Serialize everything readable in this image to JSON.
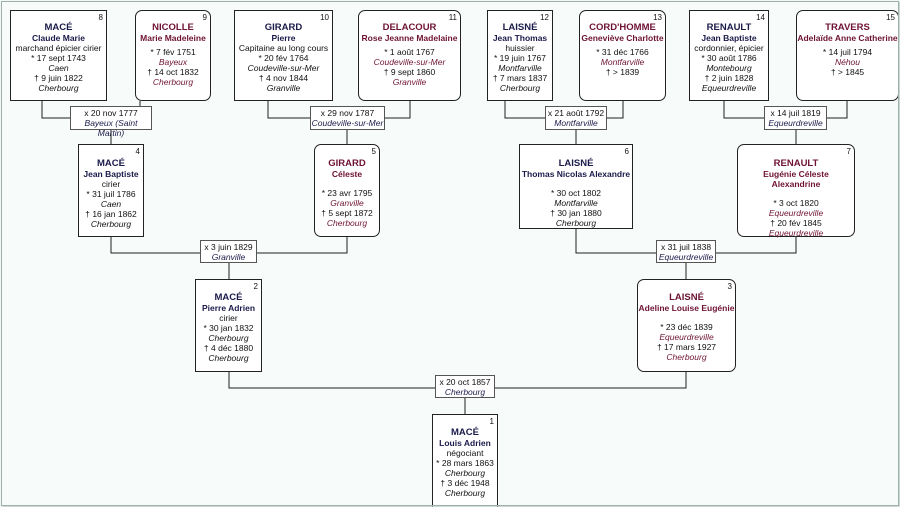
{
  "persons": {
    "p1": {
      "num": "1",
      "surname": "MACÉ",
      "given": "Louis Adrien",
      "occupation": "négociant",
      "birth": "* 28 mars 1863",
      "birth_place": "Cherbourg",
      "death": "† 3 déc 1948",
      "death_place": "Cherbourg"
    },
    "p2": {
      "num": "2",
      "surname": "MACÉ",
      "given": "Pierre Adrien",
      "occupation": "cirier",
      "birth": "* 30 jan 1832",
      "birth_place": "Cherbourg",
      "death": "† 4 déc 1880",
      "death_place": "Cherbourg"
    },
    "p3": {
      "num": "3",
      "surname": "LAISNÉ",
      "given": "Adeline Louise Eugénie",
      "birth": "* 23 déc 1839",
      "birth_place": "Equeurdreville",
      "death": "† 17 mars 1927",
      "death_place": "Cherbourg"
    },
    "p4": {
      "num": "4",
      "surname": "MACÉ",
      "given": "Jean Baptiste",
      "occupation": "cirier",
      "birth": "* 31 juil 1786",
      "birth_place": "Caen",
      "death": "† 16 jan 1862",
      "death_place": "Cherbourg"
    },
    "p5": {
      "num": "5",
      "surname": "GIRARD",
      "given": "Céleste",
      "birth": "* 23 avr 1795",
      "birth_place": "Granville",
      "death": "† 5 sept 1872",
      "death_place": "Cherbourg"
    },
    "p6": {
      "num": "6",
      "surname": "LAISNÉ",
      "given": "Thomas Nicolas Alexandre",
      "birth": "* 30 oct 1802",
      "birth_place": "Montfarville",
      "death": "† 30 jan 1880",
      "death_place": "Cherbourg"
    },
    "p7": {
      "num": "7",
      "surname": "RENAULT",
      "given": "Eugénie Céleste Alexandrine",
      "birth": "* 3 oct 1820",
      "birth_place": "Equeurdreville",
      "death": "† 20 fév 1845",
      "death_place": "Equeurdreville"
    },
    "p8": {
      "num": "8",
      "surname": "MACÉ",
      "given": "Claude Marie",
      "occupation": "marchand épicier cirier",
      "birth": "* 17 sept 1743",
      "birth_place": "Caen",
      "death": "† 9 juin 1822",
      "death_place": "Cherbourg"
    },
    "p9": {
      "num": "9",
      "surname": "NICOLLE",
      "given": "Marie Madeleine",
      "birth": "* 7 fév 1751",
      "birth_place": "Bayeux",
      "death": "† 14 oct 1832",
      "death_place": "Cherbourg"
    },
    "p10": {
      "num": "10",
      "surname": "GIRARD",
      "given": "Pierre",
      "occupation": "Capitaine au long cours",
      "birth": "* 20 fév 1764",
      "birth_place": "Coudeville-sur-Mer",
      "death": "† 4 nov 1844",
      "death_place": "Granville"
    },
    "p11": {
      "num": "11",
      "surname": "DELACOUR",
      "given": "Rose Jeanne Madelaine",
      "birth": "* 1 août 1767",
      "birth_place": "Coudeville-sur-Mer",
      "death": "† 9 sept 1860",
      "death_place": "Granville"
    },
    "p12": {
      "num": "12",
      "surname": "LAISNÉ",
      "given": "Jean Thomas",
      "occupation": "huissier",
      "birth": "* 19 juin 1767",
      "birth_place": "Montfarville",
      "death": "† 7 mars 1837",
      "death_place": "Cherbourg"
    },
    "p13": {
      "num": "13",
      "surname": "CORD'HOMME",
      "given": "Geneviève Charlotte",
      "birth": "* 31 déc 1766",
      "birth_place": "Montfarville",
      "death": "† > 1839"
    },
    "p14": {
      "num": "14",
      "surname": "RENAULT",
      "given": "Jean Baptiste",
      "occupation": "cordonnier, épicier",
      "birth": "* 30 août 1786",
      "birth_place": "Montebourg",
      "death": "† 2 juin 1828",
      "death_place": "Equeurdreville"
    },
    "p15": {
      "num": "15",
      "surname": "TRAVERS",
      "given": "Adelaïde Anne Catherine",
      "birth": "* 14 juil 1794",
      "birth_place": "Néhou",
      "death": "† > 1845"
    }
  },
  "marriages": {
    "m8": {
      "date": "x 20 nov 1777",
      "place": "Bayeux (Saint Martin)"
    },
    "m10": {
      "date": "x 29 nov 1787",
      "place": "Coudeville-sur-Mer"
    },
    "m12": {
      "date": "x 21 août 1792",
      "place": "Montfarville"
    },
    "m14": {
      "date": "x 14 juil 1819",
      "place": "Equeurdreville"
    },
    "m4": {
      "date": "x 3 juin 1829",
      "place": "Granville"
    },
    "m6": {
      "date": "x 31 juil 1838",
      "place": "Equeurdreville"
    },
    "m2": {
      "date": "x 20 oct 1857",
      "place": "Cherbourg"
    }
  }
}
